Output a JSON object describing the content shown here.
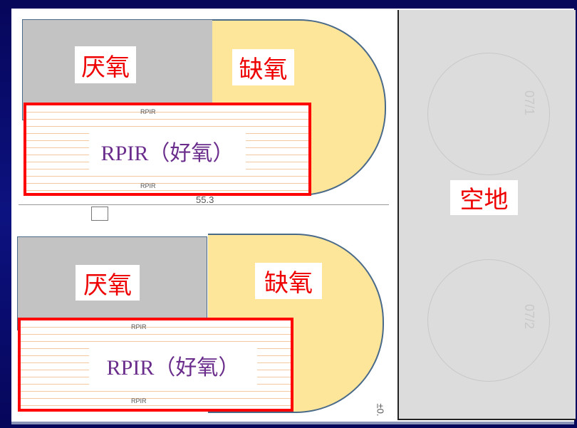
{
  "units": [
    {
      "anaerobic": "厌氧",
      "anoxic": "缺氧",
      "aerobic": "RPIR（好氧）",
      "dimension": "55.3"
    },
    {
      "anaerobic": "厌氧",
      "anoxic": "缺氧",
      "aerobic": "RPIR（好氧）"
    }
  ],
  "vacant_label": "空地",
  "drawing_marks": {
    "top_rpir_1": "RPIR",
    "top_rpir_2": "RPIR",
    "bottom_rpir_1": "RPIR",
    "bottom_rpir_2": "RPIR",
    "vacant_circle_1": "07/1",
    "vacant_circle_2": "07/2",
    "elevation": "±0."
  },
  "colors": {
    "background": "#0c1280",
    "anaerobic_fill": "#c3c3c3",
    "anoxic_fill": "#fde59a",
    "aerobic_border": "#ff0000",
    "label_red": "#e00000",
    "aerobic_text": "#6a2d8c",
    "vacant_fill": "#dcdcdc"
  }
}
